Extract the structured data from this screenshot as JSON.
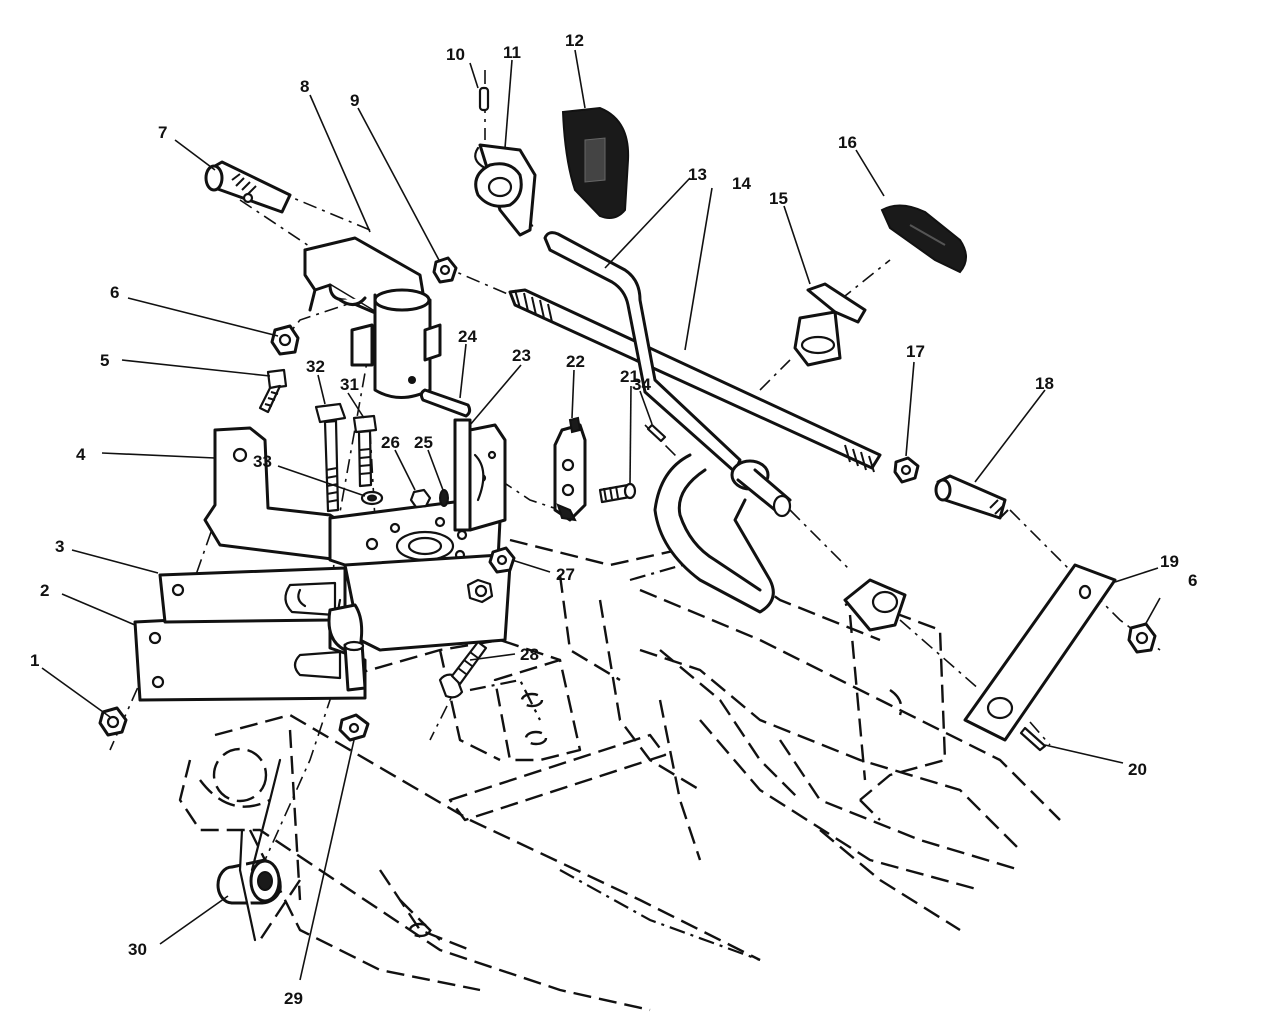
{
  "callouts": [
    {
      "id": "c1",
      "label": "1"
    },
    {
      "id": "c2",
      "label": "2"
    },
    {
      "id": "c3",
      "label": "3"
    },
    {
      "id": "c4",
      "label": "4"
    },
    {
      "id": "c5",
      "label": "5"
    },
    {
      "id": "c6a",
      "label": "6"
    },
    {
      "id": "c6b",
      "label": "6"
    },
    {
      "id": "c7",
      "label": "7"
    },
    {
      "id": "c8",
      "label": "8"
    },
    {
      "id": "c9",
      "label": "9"
    },
    {
      "id": "c10",
      "label": "10"
    },
    {
      "id": "c11",
      "label": "11"
    },
    {
      "id": "c12",
      "label": "12"
    },
    {
      "id": "c13",
      "label": "13"
    },
    {
      "id": "c14",
      "label": "14"
    },
    {
      "id": "c15",
      "label": "15"
    },
    {
      "id": "c16",
      "label": "16"
    },
    {
      "id": "c17",
      "label": "17"
    },
    {
      "id": "c18",
      "label": "18"
    },
    {
      "id": "c19",
      "label": "19"
    },
    {
      "id": "c20",
      "label": "20"
    },
    {
      "id": "c21",
      "label": "21"
    },
    {
      "id": "c22",
      "label": "22"
    },
    {
      "id": "c23",
      "label": "23"
    },
    {
      "id": "c24",
      "label": "24"
    },
    {
      "id": "c25",
      "label": "25"
    },
    {
      "id": "c26",
      "label": "26"
    },
    {
      "id": "c27",
      "label": "27"
    },
    {
      "id": "c28",
      "label": "28"
    },
    {
      "id": "c29",
      "label": "29"
    },
    {
      "id": "c30",
      "label": "30"
    },
    {
      "id": "c31",
      "label": "31"
    },
    {
      "id": "c32",
      "label": "32"
    },
    {
      "id": "c33",
      "label": "33"
    },
    {
      "id": "c34",
      "label": "34"
    }
  ]
}
